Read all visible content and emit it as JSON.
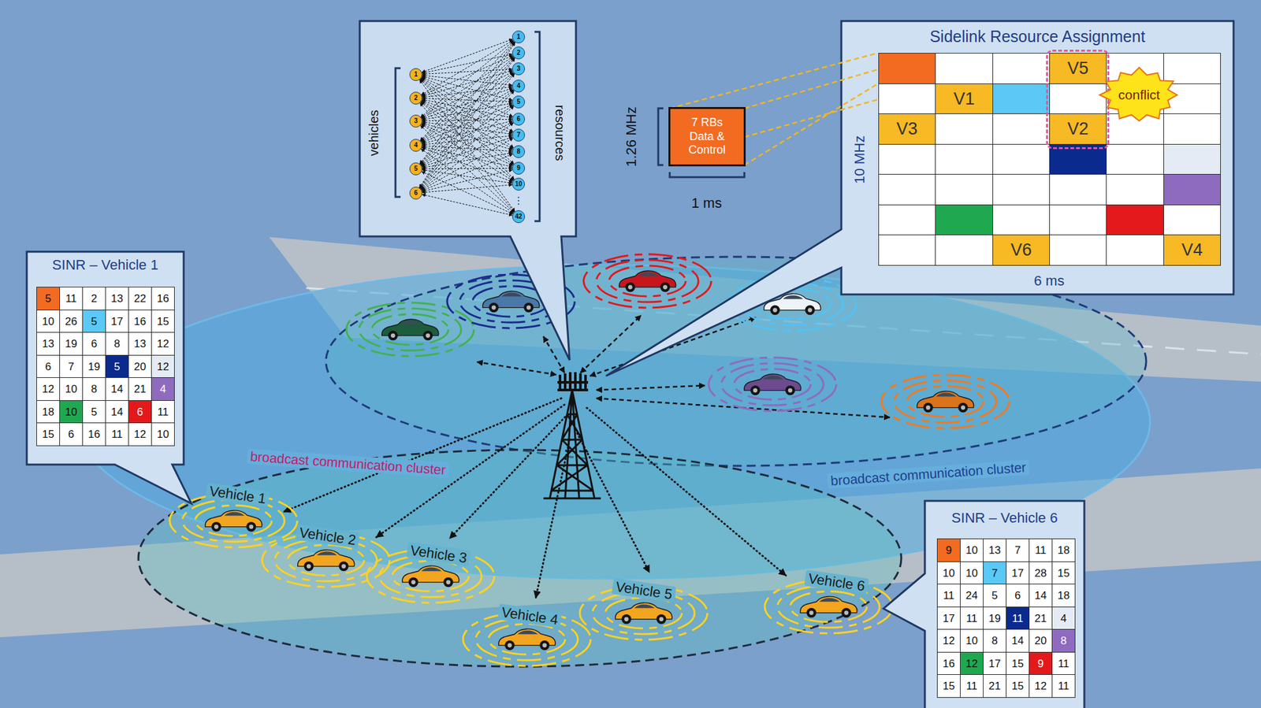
{
  "diagram": {
    "nodes": [
      {
        "text": [
          "1"
        ]
      },
      {
        "text": [
          "2"
        ]
      },
      {
        "text": [
          "3"
        ]
      },
      {
        "text": [
          "4"
        ]
      },
      {
        "text": [
          "5"
        ]
      },
      {
        "text": [
          "6"
        ]
      },
      {
        "text": [
          "1"
        ]
      },
      {
        "text": [
          "2"
        ]
      },
      {
        "text": [
          "3"
        ]
      },
      {
        "text": [
          "4"
        ]
      },
      {
        "text": [
          "5"
        ]
      },
      {
        "text": [
          "6"
        ]
      },
      {
        "text": [
          "7"
        ]
      },
      {
        "text": [
          "8"
        ]
      },
      {
        "text": [
          "9"
        ]
      },
      {
        "text": [
          "10"
        ]
      },
      {
        "text": [
          "42"
        ]
      },
      {
        "text": [
          "7 RBs Data & Control"
        ]
      },
      {
        "text": [
          "Sidelink Resource Assignment"
        ]
      },
      {
        "text": [
          "conflict"
        ],
        "in": 18
      },
      {
        "text": [
          "SINR – Vehicle 1"
        ]
      },
      {
        "text": [
          "SINR – Vehicle 6"
        ]
      }
    ],
    "edges": [
      {
        "from": 0,
        "to": 6,
        "arrow": "both"
      },
      {
        "from": 0,
        "to": 7,
        "arrow": "both"
      },
      {
        "from": 0,
        "to": 8,
        "arrow": "both"
      },
      {
        "from": 0,
        "to": 9,
        "arrow": "both"
      },
      {
        "from": 0,
        "to": 10,
        "arrow": "both"
      },
      {
        "from": 0,
        "to": 11,
        "arrow": "both"
      },
      {
        "from": 0,
        "to": 12,
        "arrow": "both"
      },
      {
        "from": 0,
        "to": 13,
        "arrow": "both"
      },
      {
        "from": 0,
        "to": 14,
        "arrow": "both"
      },
      {
        "from": 0,
        "to": 15,
        "arrow": "both"
      },
      {
        "from": 0,
        "to": 16,
        "arrow": "both"
      },
      {
        "from": 1,
        "to": 6,
        "arrow": "both"
      },
      {
        "from": 1,
        "to": 7,
        "arrow": "both"
      },
      {
        "from": 1,
        "to": 8,
        "arrow": "both"
      },
      {
        "from": 1,
        "to": 9,
        "arrow": "both"
      },
      {
        "from": 1,
        "to": 10,
        "arrow": "both"
      },
      {
        "from": 1,
        "to": 11,
        "arrow": "both"
      },
      {
        "from": 1,
        "to": 12,
        "arrow": "both"
      },
      {
        "from": 1,
        "to": 13,
        "arrow": "both"
      },
      {
        "from": 1,
        "to": 14,
        "arrow": "both"
      },
      {
        "from": 1,
        "to": 15,
        "arrow": "both"
      },
      {
        "from": 1,
        "to": 16,
        "arrow": "both"
      },
      {
        "from": 2,
        "to": 6,
        "arrow": "both"
      },
      {
        "from": 2,
        "to": 7,
        "arrow": "both"
      },
      {
        "from": 2,
        "to": 8,
        "arrow": "both"
      },
      {
        "from": 2,
        "to": 9,
        "arrow": "both"
      },
      {
        "from": 2,
        "to": 10,
        "arrow": "both"
      },
      {
        "from": 2,
        "to": 11,
        "arrow": "both"
      },
      {
        "from": 2,
        "to": 12,
        "arrow": "both"
      },
      {
        "from": 2,
        "to": 13,
        "arrow": "both"
      },
      {
        "from": 2,
        "to": 14,
        "arrow": "both"
      },
      {
        "from": 2,
        "to": 15,
        "arrow": "both"
      },
      {
        "from": 2,
        "to": 16,
        "arrow": "both"
      },
      {
        "from": 3,
        "to": 6,
        "arrow": "both"
      },
      {
        "from": 3,
        "to": 7,
        "arrow": "both"
      },
      {
        "from": 3,
        "to": 8,
        "arrow": "both"
      },
      {
        "from": 3,
        "to": 9,
        "arrow": "both"
      },
      {
        "from": 3,
        "to": 10,
        "arrow": "both"
      },
      {
        "from": 3,
        "to": 11,
        "arrow": "both"
      },
      {
        "from": 3,
        "to": 12,
        "arrow": "both"
      },
      {
        "from": 3,
        "to": 13,
        "arrow": "both"
      },
      {
        "from": 3,
        "to": 14,
        "arrow": "both"
      },
      {
        "from": 3,
        "to": 15,
        "arrow": "both"
      },
      {
        "from": 3,
        "to": 16,
        "arrow": "both"
      },
      {
        "from": 4,
        "to": 6,
        "arrow": "both"
      },
      {
        "from": 4,
        "to": 7,
        "arrow": "both"
      },
      {
        "from": 4,
        "to": 8,
        "arrow": "both"
      },
      {
        "from": 4,
        "to": 9,
        "arrow": "both"
      },
      {
        "from": 4,
        "to": 10,
        "arrow": "both"
      },
      {
        "from": 4,
        "to": 11,
        "arrow": "both"
      },
      {
        "from": 4,
        "to": 12,
        "arrow": "both"
      },
      {
        "from": 4,
        "to": 13,
        "arrow": "both"
      },
      {
        "from": 4,
        "to": 14,
        "arrow": "both"
      },
      {
        "from": 4,
        "to": 15,
        "arrow": "both"
      },
      {
        "from": 4,
        "to": 16,
        "arrow": "both"
      },
      {
        "from": 5,
        "to": 6,
        "arrow": "both"
      },
      {
        "from": 5,
        "to": 7,
        "arrow": "both"
      },
      {
        "from": 5,
        "to": 8,
        "arrow": "both"
      },
      {
        "from": 5,
        "to": 9,
        "arrow": "both"
      },
      {
        "from": 5,
        "to": 10,
        "arrow": "both"
      },
      {
        "from": 5,
        "to": 11,
        "arrow": "both"
      },
      {
        "from": 5,
        "to": 12,
        "arrow": "both"
      },
      {
        "from": 5,
        "to": 13,
        "arrow": "both"
      },
      {
        "from": 5,
        "to": 14,
        "arrow": "both"
      },
      {
        "from": 5,
        "to": 15,
        "arrow": "both"
      },
      {
        "from": 5,
        "to": 16,
        "arrow": "both"
      }
    ],
    "labels": [
      "vehicles",
      "resources",
      "⋮",
      "1.26 MHz",
      "1 ms",
      "10 MHz",
      "6 ms",
      "V5",
      "V1",
      "V3",
      "V2",
      "V6",
      "V4",
      "broadcast communication cluster",
      "broadcast communication cluster",
      "Vehicle 1",
      "Vehicle 2",
      "Vehicle 3",
      "Vehicle 4",
      "Vehicle 5",
      "Vehicle 6",
      "5",
      "11",
      "2",
      "13",
      "22",
      "16",
      "10",
      "26",
      "5",
      "17",
      "16",
      "15",
      "13",
      "19",
      "6",
      "8",
      "13",
      "12",
      "6",
      "7",
      "19",
      "5",
      "20",
      "12",
      "12",
      "10",
      "8",
      "14",
      "21",
      "4",
      "18",
      "10",
      "5",
      "14",
      "6",
      "11",
      "15",
      "6",
      "16",
      "11",
      "12",
      "10",
      "9",
      "10",
      "13",
      "7",
      "11",
      "18",
      "10",
      "10",
      "7",
      "17",
      "28",
      "15",
      "11",
      "24",
      "5",
      "6",
      "14",
      "18",
      "17",
      "11",
      "19",
      "11",
      "21",
      "4",
      "12",
      "10",
      "8",
      "14",
      "20",
      "8",
      "16",
      "12",
      "17",
      "15",
      "9",
      "11",
      "15",
      "11",
      "21",
      "15",
      "12",
      "11"
    ]
  }
}
